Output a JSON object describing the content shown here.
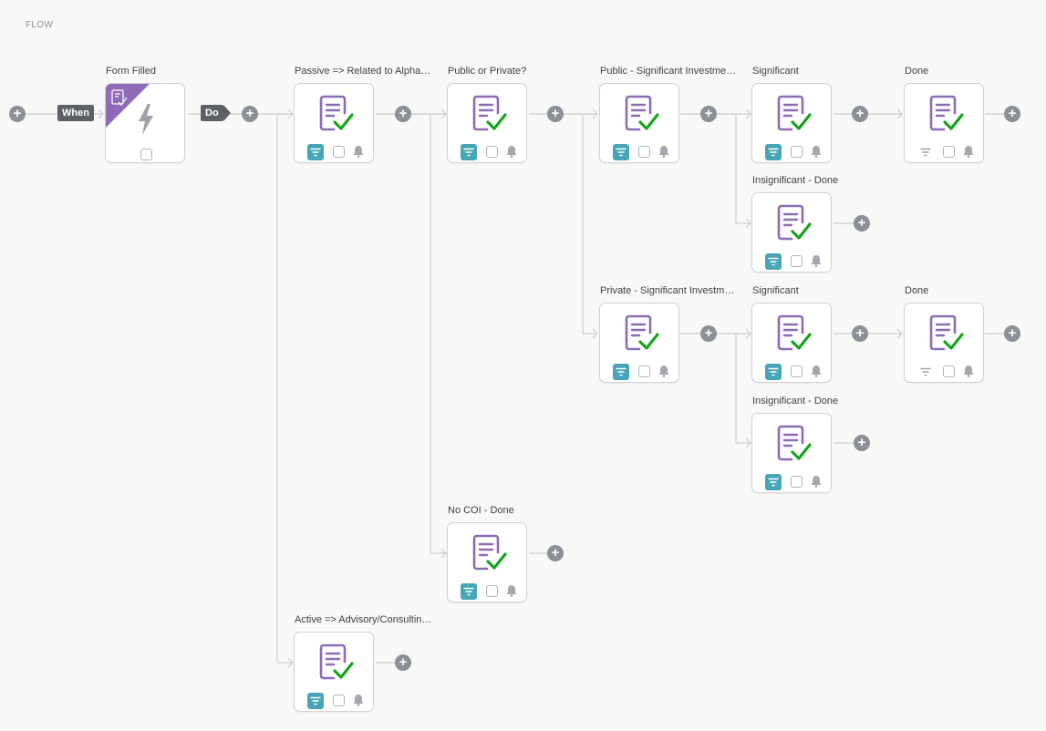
{
  "page": {
    "section_label": "FLOW"
  },
  "connectors": {
    "when_label": "When",
    "do_label": "Do"
  },
  "trigger": {
    "title": "Form Filled"
  },
  "steps": [
    {
      "title": "Passive => Related to Alphabe…",
      "filter_active": true
    },
    {
      "title": "Public or Private?",
      "filter_active": true
    },
    {
      "title": "Public - Significant Investment?",
      "filter_active": true
    },
    {
      "title": "Significant",
      "filter_active": true
    },
    {
      "title": "Done",
      "filter_active": false
    },
    {
      "title": "Insignificant - Done",
      "filter_active": true
    },
    {
      "title": "Private - Significant Investme…",
      "filter_active": true
    },
    {
      "title": "Significant",
      "filter_active": true
    },
    {
      "title": "Done",
      "filter_active": false
    },
    {
      "title": "Insignificant - Done",
      "filter_active": true
    },
    {
      "title": "No COI - Done",
      "filter_active": true
    },
    {
      "title": "Active => Advisory/Consulting…",
      "filter_active": true
    }
  ],
  "colors": {
    "doc_icon": "#8e6bb5",
    "check_mark": "#16a41c",
    "filter_active": "#46a6b6",
    "trigger_corner": "#8e6bb5",
    "add_button": "#8b8f96",
    "connector_line": "#c9ccd0"
  },
  "icons": {
    "step": "document-check-icon",
    "filter": "filter-icon",
    "notify": "bell-icon",
    "trigger": "lightning-icon",
    "add": "plus-icon"
  }
}
